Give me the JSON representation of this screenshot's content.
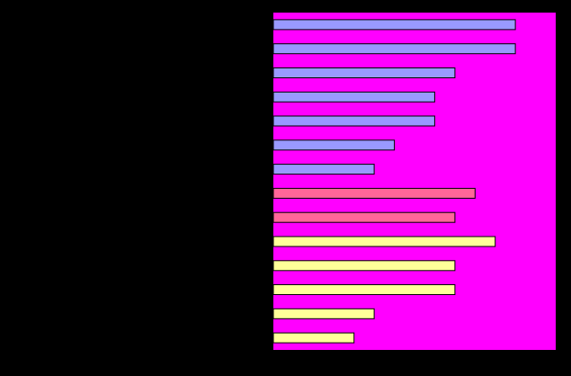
{
  "chart_data": {
    "type": "bar",
    "orientation": "horizontal",
    "background_color": "#000000",
    "plot_background_color": "#ff00ff",
    "grid": false,
    "legend": "none",
    "xlim": [
      0,
      14
    ],
    "values": [
      12,
      12,
      9,
      8,
      8,
      6,
      5,
      10,
      9,
      11,
      9,
      9,
      5,
      4
    ],
    "colors": [
      "#9999ff",
      "#9999ff",
      "#9999ff",
      "#9999ff",
      "#9999ff",
      "#9999ff",
      "#9999ff",
      "#ff6699",
      "#ff6699",
      "#ffff99",
      "#ffff99",
      "#ffff99",
      "#ffff99",
      "#ffff99"
    ]
  }
}
